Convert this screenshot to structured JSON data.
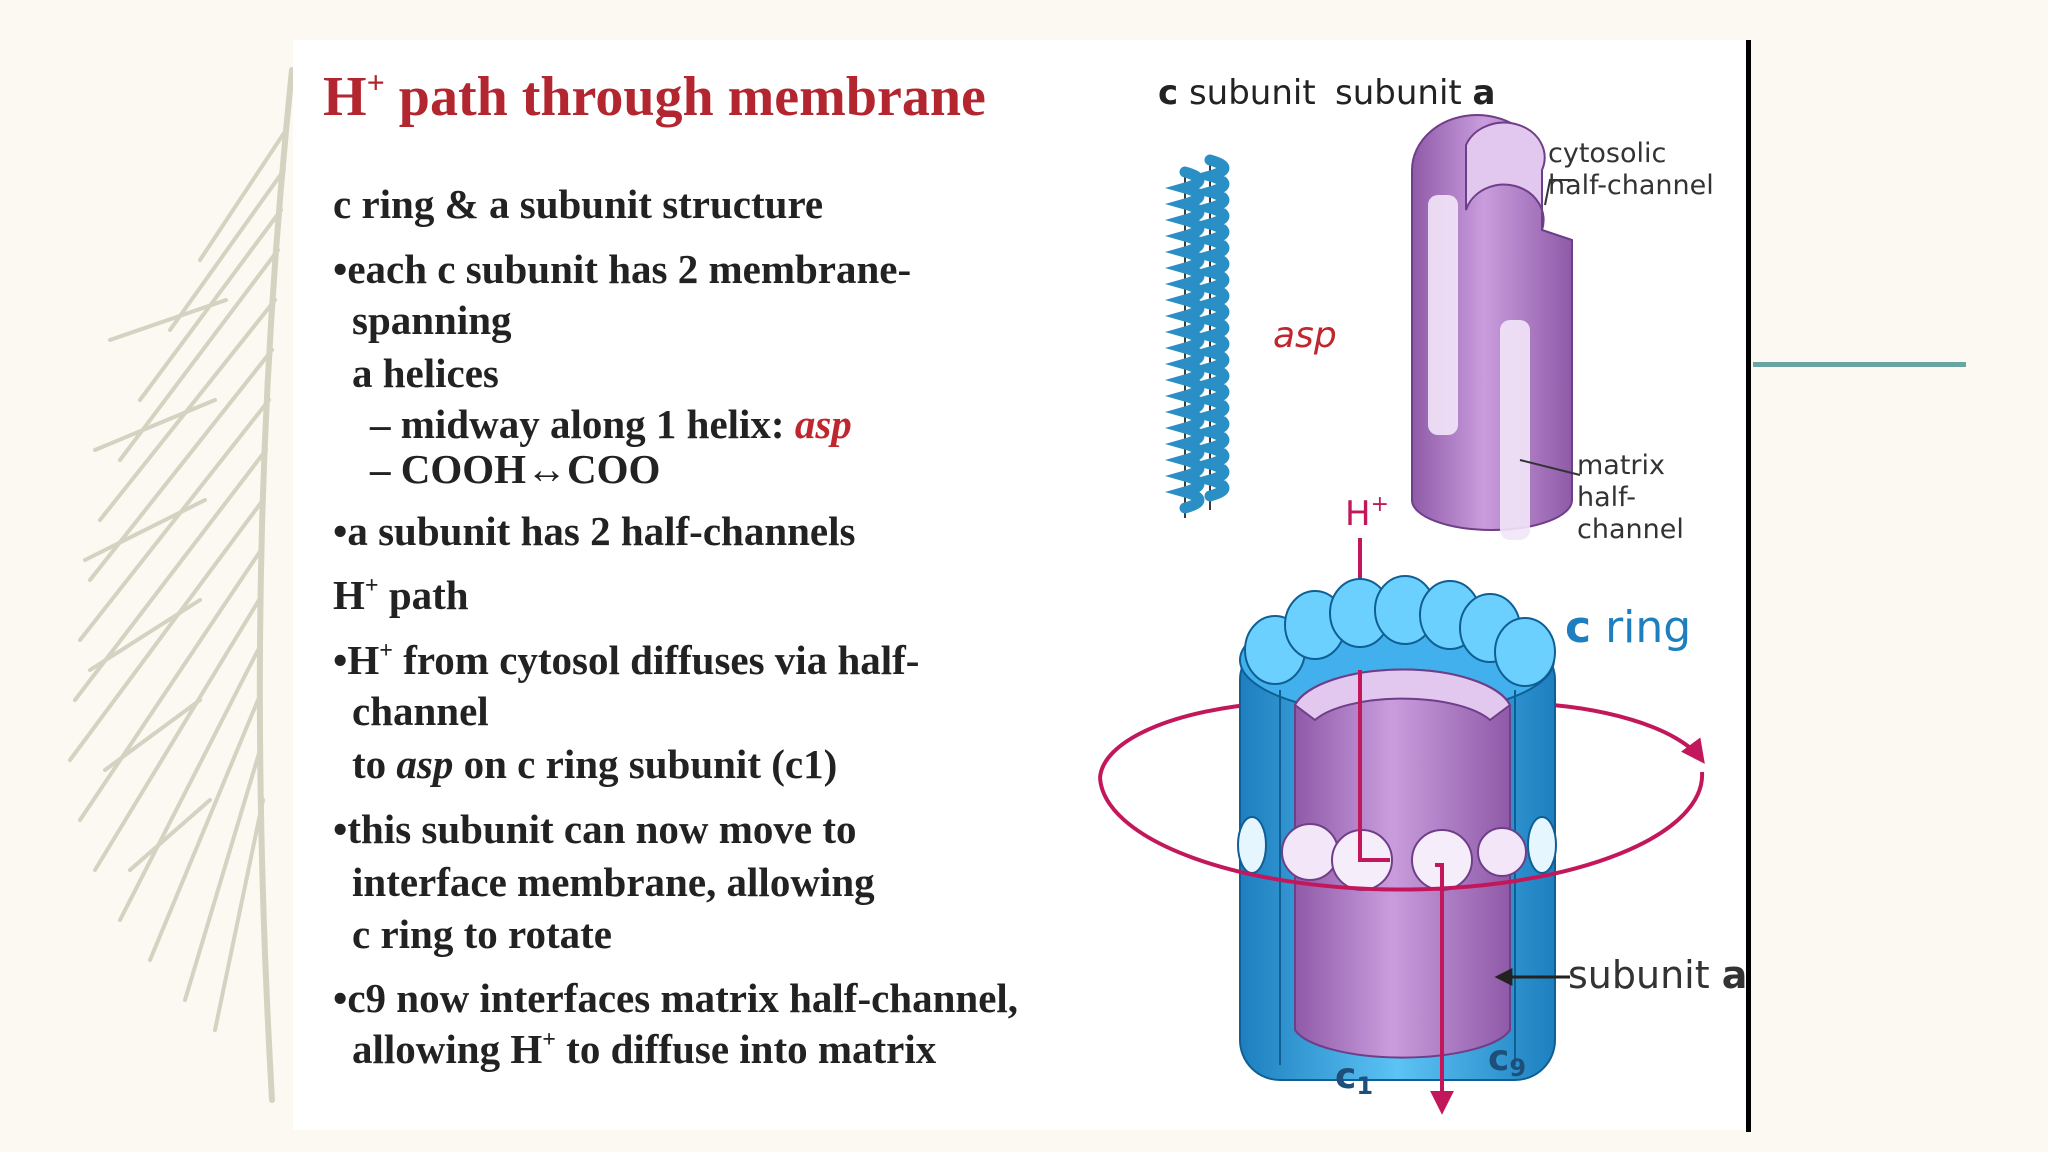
{
  "title": {
    "main": "H",
    "sup": "+",
    "rest": " path through membrane"
  },
  "text": {
    "heading1": "c ring & a subunit structure",
    "b1_l1": "•each c subunit has 2 membrane-",
    "b1_l2": "spanning",
    "b1_l3": "a helices",
    "sub1_pre": "– midway along 1 helix: ",
    "sub1_asp": "asp",
    "sub2": "– COOH↔COO",
    "b2": "•a subunit has 2 half-channels",
    "heading2_h": "H",
    "heading2_sup": "+",
    "heading2_rest": " path",
    "b3_pre": "•H",
    "b3_sup": "+",
    "b3_rest": " from cytosol diffuses via half-",
    "b3_l2": "channel",
    "b3_l3_pre": "to ",
    "b3_l3_asp": "asp",
    "b3_l3_rest": " on c ring subunit (c1)",
    "b4_l1": "•this subunit can now move to",
    "b4_l2": "interface membrane, allowing",
    "b4_l3": "c ring to rotate",
    "b5_l1": "•c9 now interfaces matrix half-channel,",
    "b5_l2_pre": "allowing H",
    "b5_l2_sup": "+",
    "b5_l2_rest": " to diffuse into matrix"
  },
  "diagram": {
    "c_subunit_bold": "c",
    "c_subunit_rest": " subunit",
    "subunit_a_text": "subunit ",
    "subunit_a_bold": "a",
    "cytosolic_l1": "cytosolic",
    "cytosolic_l2": "half-channel",
    "asp_label": "asp",
    "matrix_l1": "matrix",
    "matrix_l2": "half-",
    "matrix_l3": "channel",
    "h_plus": "H",
    "h_plus_sup": "+",
    "c_ring_bold": "c",
    "c_ring_rest": " ring",
    "subunit_a_lower_text": "subunit ",
    "subunit_a_lower_bold": "a",
    "c1_main": "c",
    "c1_sub": "1",
    "c9_main": "c",
    "c9_sub": "9"
  },
  "colors": {
    "title": "#b3262f",
    "accent_red": "#c0262d",
    "helix_blue": "#2a8fc4",
    "ring_blue": "#3aa8e6",
    "subunit_purple": "#b684cf",
    "arrow_magenta": "#c2185b",
    "rule_teal": "#6aa6a1"
  }
}
